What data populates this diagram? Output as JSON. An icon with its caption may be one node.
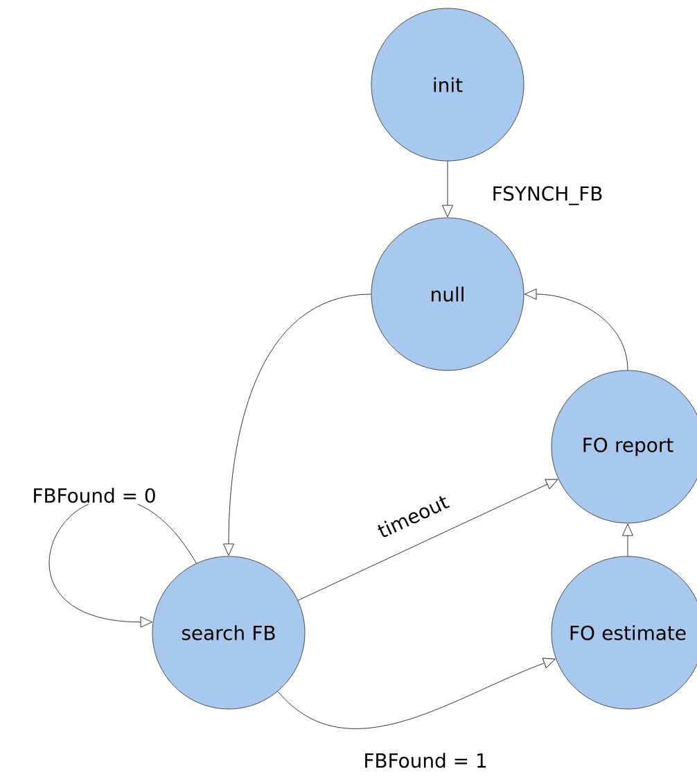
{
  "diagram": {
    "nodes": [
      {
        "text": [
          "init"
        ]
      },
      {
        "text": [
          "null"
        ]
      },
      {
        "text": [
          "FO report"
        ]
      },
      {
        "text": [
          "search FB"
        ]
      },
      {
        "text": [
          "FO estimate"
        ]
      }
    ],
    "edges": [
      {
        "from": 0,
        "to": 1,
        "arrow": "to",
        "label": "FSYNCH_FB"
      },
      {
        "from": 1,
        "to": 3,
        "arrow": "to"
      },
      {
        "from": 2,
        "to": 1,
        "arrow": "to"
      },
      {
        "from": 3,
        "to": 2,
        "arrow": "to",
        "label": "timeout"
      },
      {
        "from": 3,
        "to": 3,
        "arrow": "to",
        "label": "FBFound = 0"
      },
      {
        "from": 3,
        "to": 4,
        "arrow": "to",
        "label": "FBFound = 1"
      },
      {
        "from": 4,
        "to": 2,
        "arrow": "to"
      }
    ]
  }
}
